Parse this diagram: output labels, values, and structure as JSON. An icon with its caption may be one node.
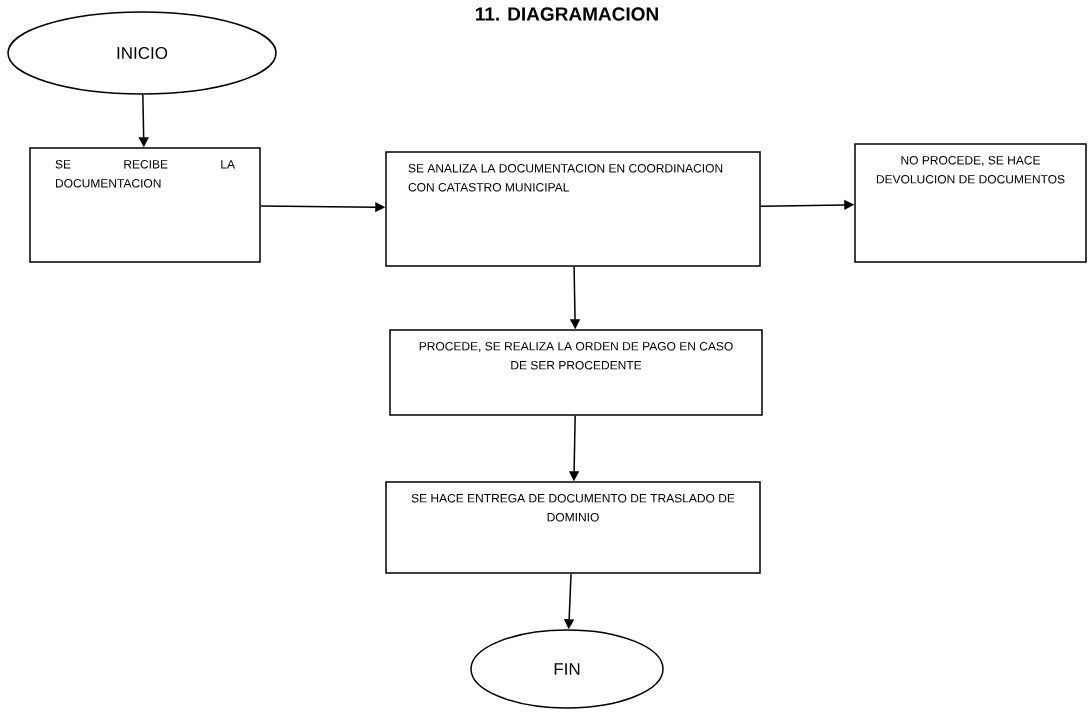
{
  "diagram": {
    "title": "11. DIAGRAMACION",
    "nodes": [
      {
        "text": [
          "INICIO"
        ]
      },
      {
        "text": [
          "SE RECIBE LA DOCUMENTACION"
        ]
      },
      {
        "text": [
          "SE ANALIZA LA DOCUMENTACION EN COORDINACION CON CATASTRO MUNICIPAL"
        ]
      },
      {
        "text": [
          "NO PROCEDE, SE HACE DEVOLUCION DE DOCUMENTOS"
        ]
      },
      {
        "text": [
          "PROCEDE, SE REALIZA LA ORDEN DE PAGO EN CASO DE SER PROCEDENTE"
        ]
      },
      {
        "text": [
          "SE HACE ENTREGA DE DOCUMENTO DE TRASLADO DE DOMINIO"
        ]
      },
      {
        "text": [
          "FIN"
        ]
      }
    ],
    "edges": [
      {
        "from": 0,
        "to": 1,
        "arrow": "to"
      },
      {
        "from": 1,
        "to": 2,
        "arrow": "to"
      },
      {
        "from": 2,
        "to": 3,
        "arrow": "to"
      },
      {
        "from": 2,
        "to": 4,
        "arrow": "to"
      },
      {
        "from": 4,
        "to": 5,
        "arrow": "to"
      },
      {
        "from": 5,
        "to": 6,
        "arrow": "to"
      }
    ]
  }
}
